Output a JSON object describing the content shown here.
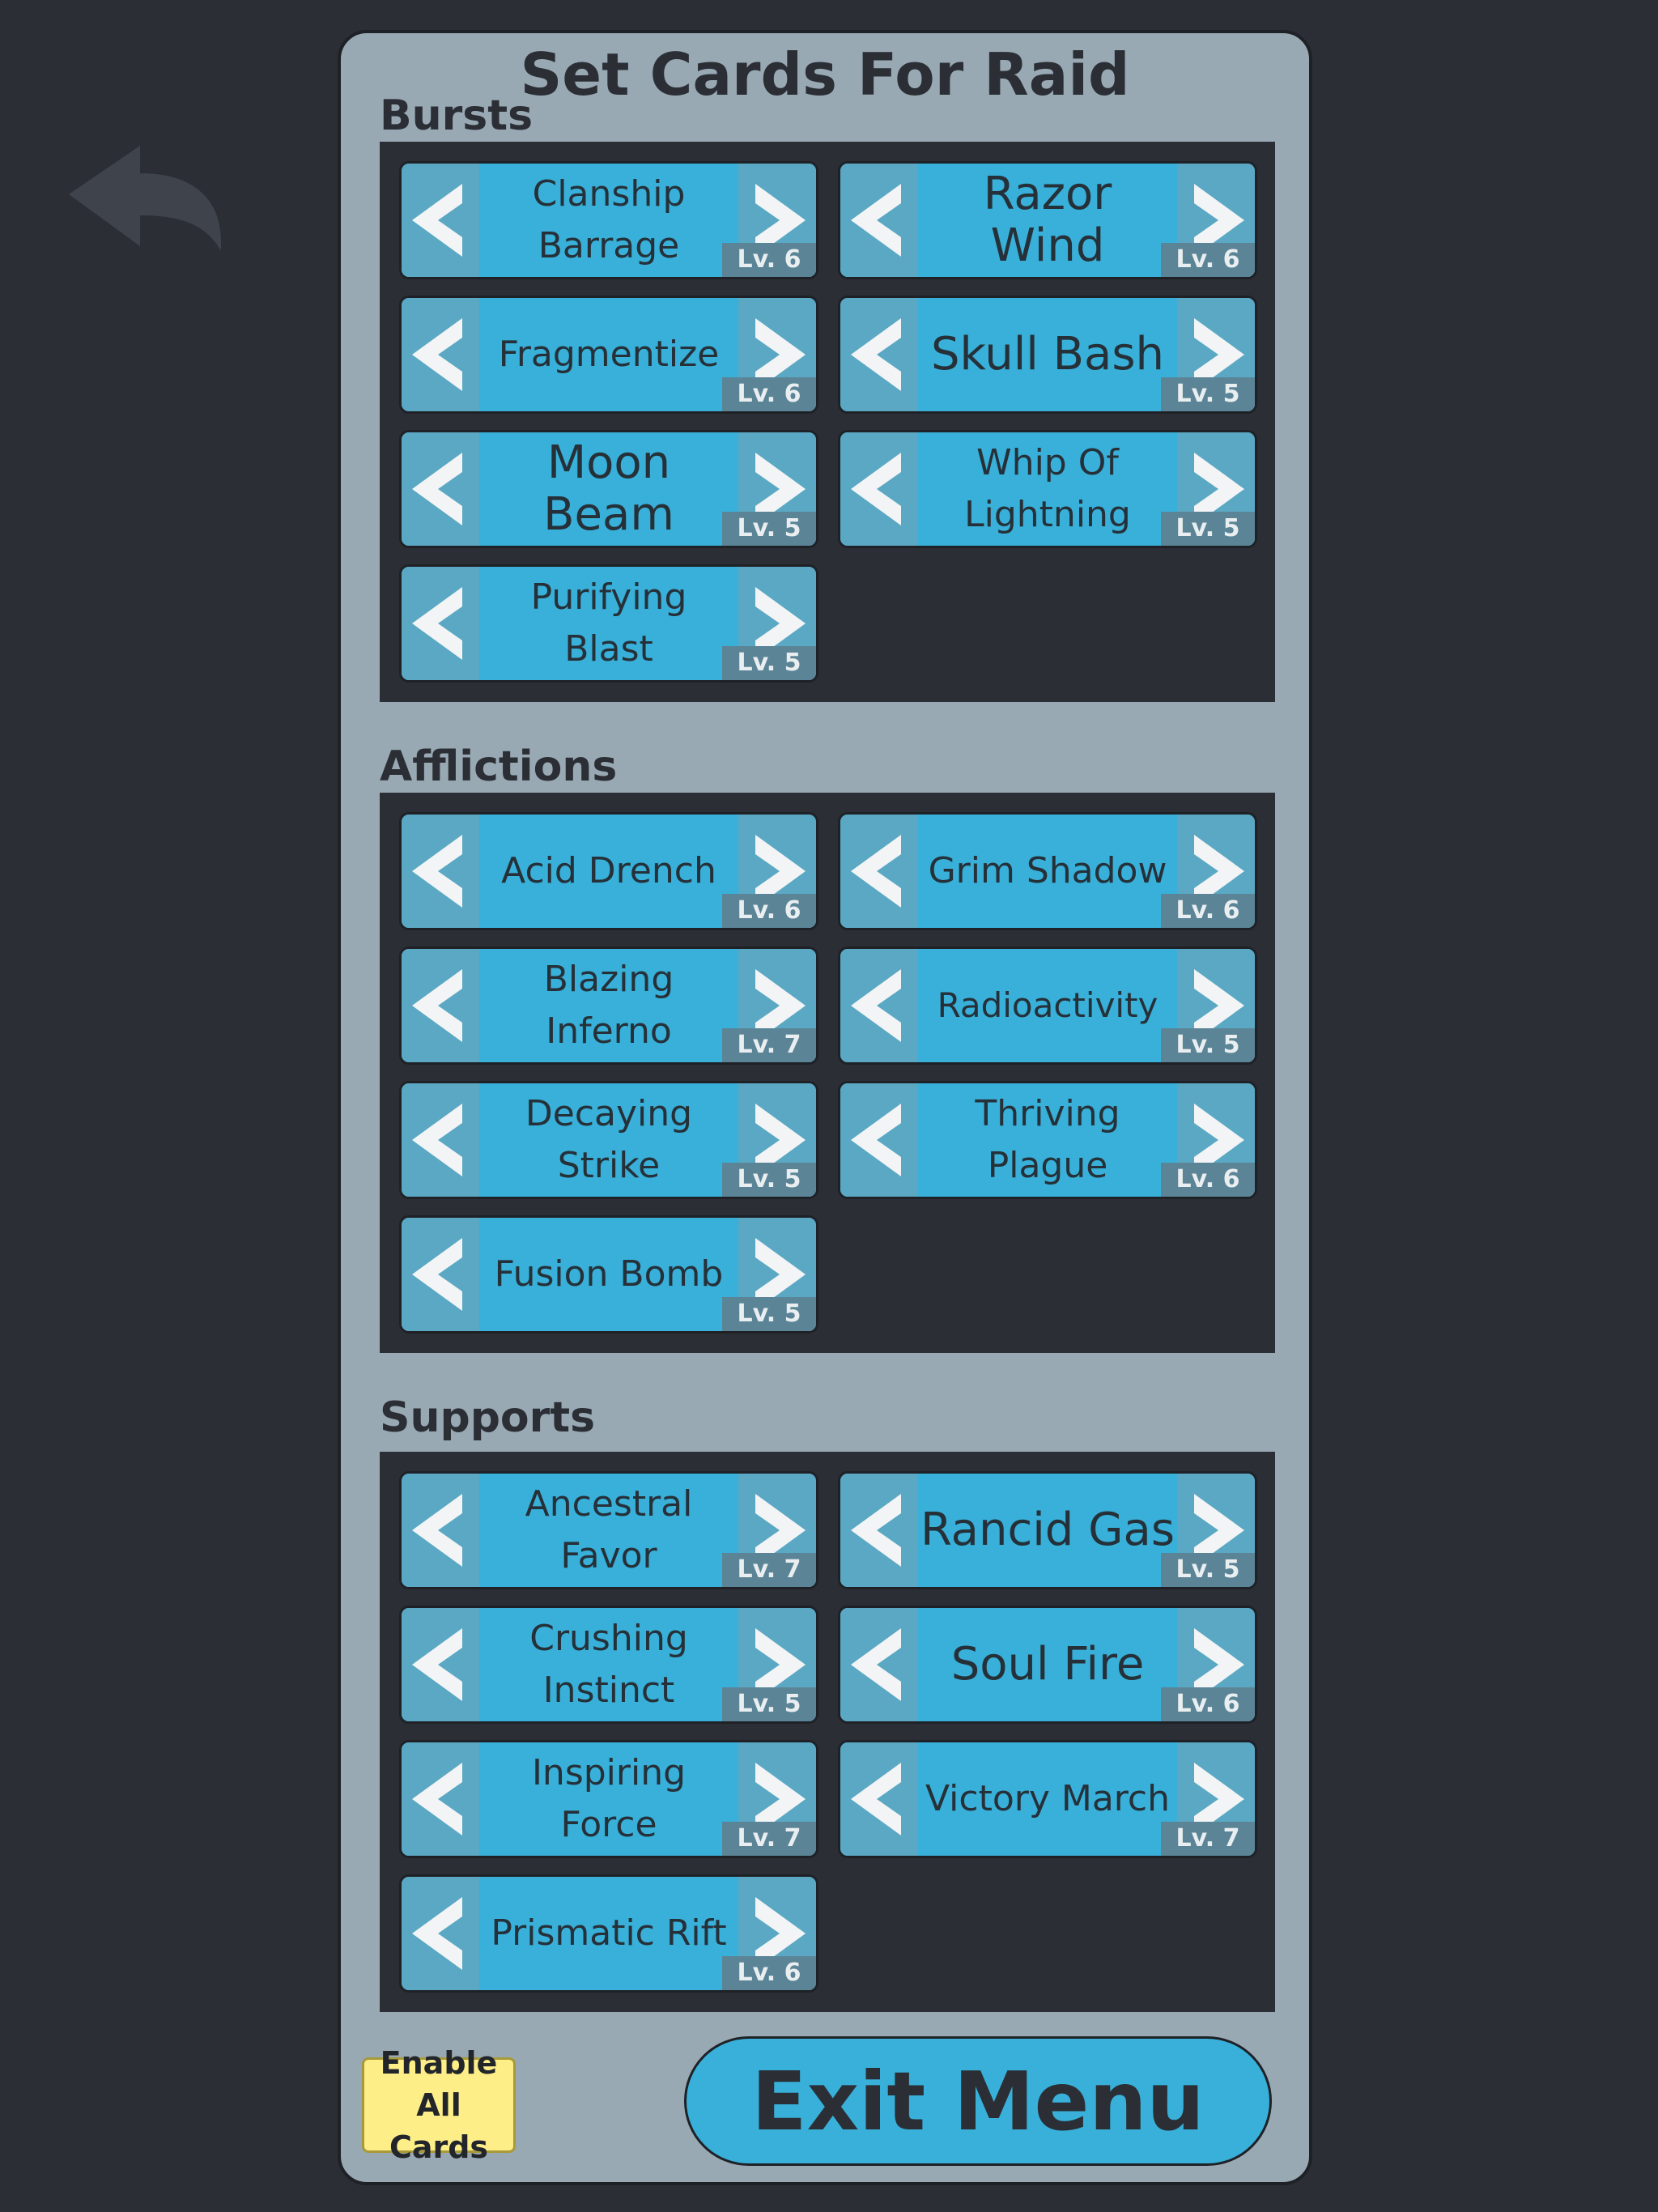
{
  "title": "Set Cards For Raid",
  "sections": [
    {
      "title": "Bursts",
      "cards": [
        {
          "name": "Clanship Barrage",
          "level": "Lv. 6"
        },
        {
          "name": "Razor Wind",
          "level": "Lv. 6"
        },
        {
          "name": "Fragmentize",
          "level": "Lv. 6"
        },
        {
          "name": "Skull Bash",
          "level": "Lv. 5"
        },
        {
          "name": "Moon Beam",
          "level": "Lv. 5"
        },
        {
          "name": "Whip Of Lightning",
          "level": "Lv. 5"
        },
        {
          "name": "Purifying Blast",
          "level": "Lv. 5"
        }
      ]
    },
    {
      "title": "Afflictions",
      "cards": [
        {
          "name": "Acid Drench",
          "level": "Lv. 6"
        },
        {
          "name": "Grim Shadow",
          "level": "Lv. 6"
        },
        {
          "name": "Blazing Inferno",
          "level": "Lv. 7"
        },
        {
          "name": "Radioactivity",
          "level": "Lv. 5"
        },
        {
          "name": "Decaying Strike",
          "level": "Lv. 5"
        },
        {
          "name": "Thriving Plague",
          "level": "Lv. 6"
        },
        {
          "name": "Fusion Bomb",
          "level": "Lv. 5"
        }
      ]
    },
    {
      "title": "Supports",
      "cards": [
        {
          "name": "Ancestral Favor",
          "level": "Lv. 7"
        },
        {
          "name": "Rancid Gas",
          "level": "Lv. 5"
        },
        {
          "name": "Crushing Instinct",
          "level": "Lv. 5"
        },
        {
          "name": "Soul Fire",
          "level": "Lv. 6"
        },
        {
          "name": "Inspiring Force",
          "level": "Lv. 7"
        },
        {
          "name": "Victory March",
          "level": "Lv. 7"
        },
        {
          "name": "Prismatic Rift",
          "level": "Lv. 6"
        }
      ]
    }
  ],
  "buttons": {
    "enable_all": "Enable All Cards",
    "exit": "Exit Menu"
  },
  "icons": {
    "back": "back-arrow-icon",
    "prev": "chevron-left-icon",
    "next": "chevron-right-icon"
  },
  "colors": {
    "background": "#2b2f35",
    "panel": "#99a9b4",
    "card": "#38b0d9",
    "card_arrow": "#5ba8c4",
    "level_badge": "#5b8597",
    "enable_button": "#fdee88"
  }
}
